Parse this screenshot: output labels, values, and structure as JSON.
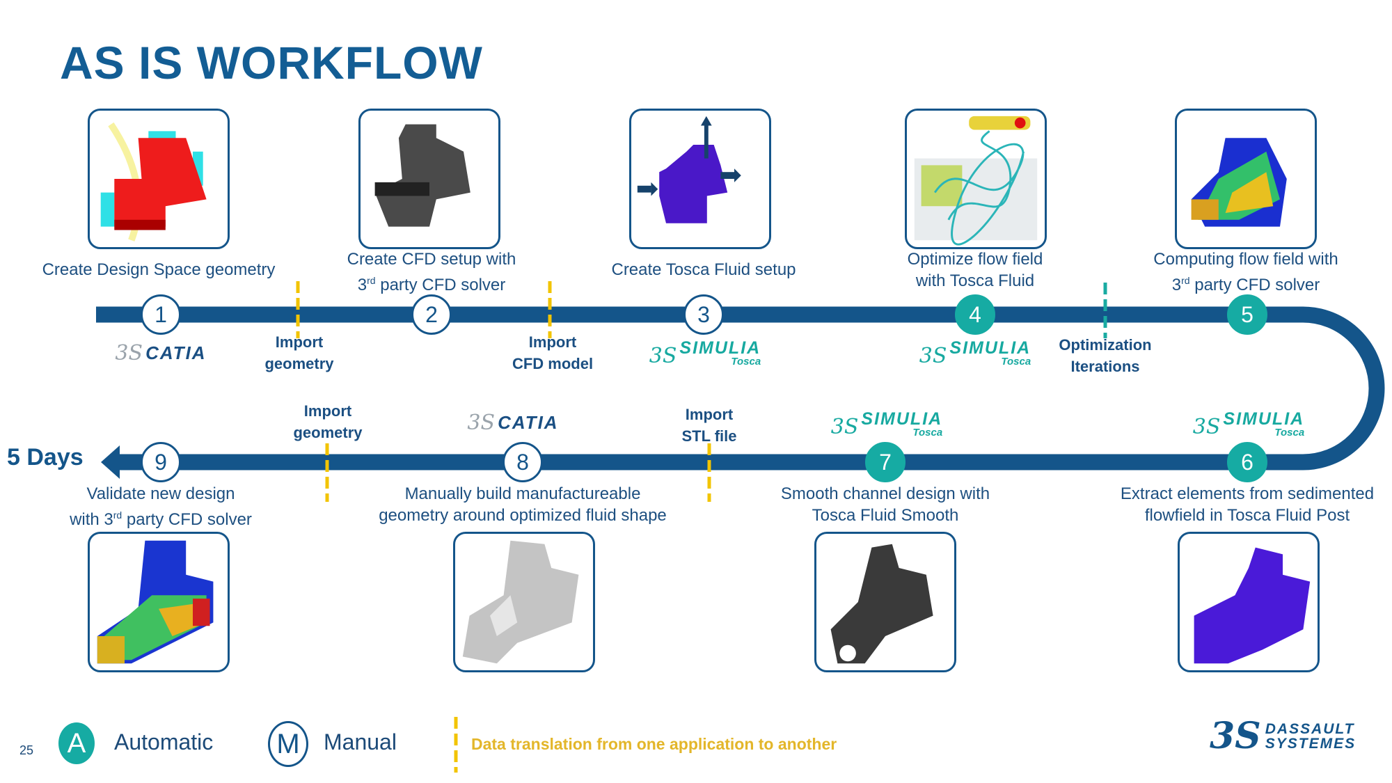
{
  "title": "AS IS WORKFLOW",
  "colors": {
    "track": "#14558a",
    "automatic": "#16aba3",
    "data_translation": "#f2c400",
    "iteration": "#19aba2"
  },
  "steps": [
    {
      "number": "1",
      "mode": "manual",
      "caption_lines": [
        "Create Design Space geometry"
      ],
      "app": "CATIA",
      "image": "red-design-space-block"
    },
    {
      "number": "2",
      "mode": "manual",
      "caption_lines": [
        "Create CFD setup with",
        "3rd party CFD solver"
      ],
      "app": "",
      "image": "grey-cfd-mesh"
    },
    {
      "number": "3",
      "mode": "manual",
      "caption_lines": [
        "Create Tosca Fluid setup"
      ],
      "app": "SIMULIA Tosca",
      "image": "purple-fluid-setup-with-arrows"
    },
    {
      "number": "4",
      "mode": "automatic",
      "caption_lines": [
        "Optimize flow field",
        "with Tosca Fluid"
      ],
      "app": "SIMULIA Tosca",
      "image": "streamline-flow-field"
    },
    {
      "number": "5",
      "mode": "automatic",
      "caption_lines": [
        "Computing flow field with",
        "3rd party CFD solver"
      ],
      "app": "",
      "image": "cfd-flow-contour"
    },
    {
      "number": "6",
      "mode": "automatic",
      "caption_lines": [
        "Extract elements from sedimented",
        "flowfield in Tosca Fluid Post"
      ],
      "app": "SIMULIA Tosca",
      "image": "purple-sedimented-elements"
    },
    {
      "number": "7",
      "mode": "automatic",
      "caption_lines": [
        "Smooth channel design with",
        "Tosca Fluid Smooth"
      ],
      "app": "SIMULIA Tosca",
      "image": "smoothed-mesh"
    },
    {
      "number": "8",
      "mode": "manual",
      "caption_lines": [
        "Manually build manufactureable",
        "geometry around optimized fluid shape"
      ],
      "app": "CATIA",
      "image": "grey-cad-geometry"
    },
    {
      "number": "9",
      "mode": "manual",
      "caption_lines": [
        "Validate new design",
        "with 3rd party CFD solver"
      ],
      "app": "",
      "image": "validation-flow-contour"
    }
  ],
  "transitions": [
    {
      "lines": [
        "Import",
        "geometry"
      ],
      "type": "data-translation"
    },
    {
      "lines": [
        "Import",
        "CFD model"
      ],
      "type": "data-translation"
    },
    {
      "lines": [
        "Optimization",
        "Iterations"
      ],
      "type": "iteration"
    },
    {
      "lines": [
        "Import",
        "STL file"
      ],
      "type": "data-translation"
    },
    {
      "lines": [
        "Import",
        "geometry"
      ],
      "type": "data-translation"
    }
  ],
  "logos": {
    "catia": "CATIA",
    "simulia": "SIMULIA",
    "tosca": "Tosca",
    "ds_mark": "3S"
  },
  "duration_label": "5 Days",
  "legend": {
    "automatic_letter": "A",
    "automatic_label": "Automatic",
    "manual_letter": "M",
    "manual_label": "Manual",
    "data_translation_label": "Data translation from one application to another"
  },
  "page_number": "25",
  "footer_logo": {
    "line1": "DASSAULT",
    "line2": "SYSTEMES"
  }
}
